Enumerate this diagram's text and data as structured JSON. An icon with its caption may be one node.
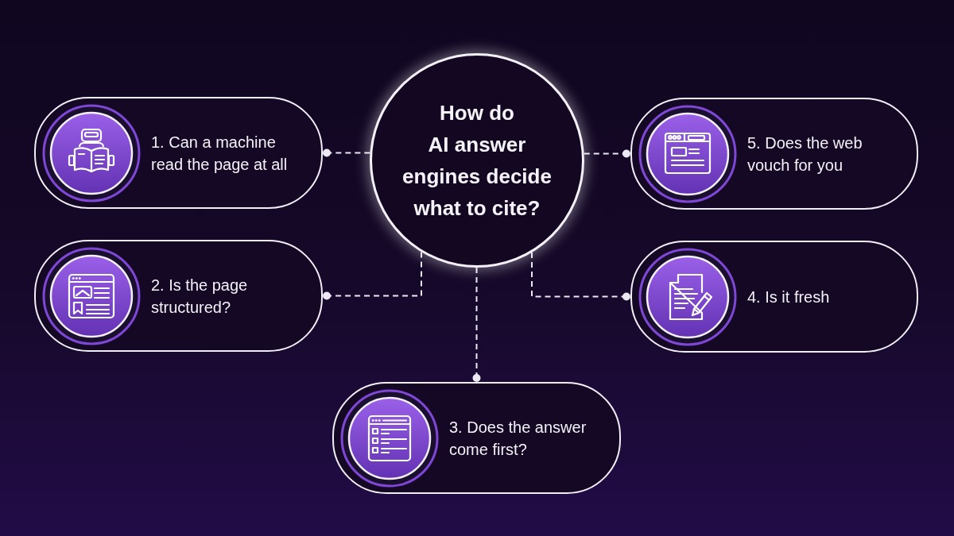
{
  "diagram": {
    "nodes": [
      {
        "text": [
          "How do AI answer engines decide what to cite?"
        ]
      },
      {
        "text": [
          "1. Can a machine read the page at all"
        ]
      },
      {
        "text": [
          "2. Is the page structured?"
        ]
      },
      {
        "text": [
          "3. Does the answer come first?"
        ]
      },
      {
        "text": [
          "4. Is it fresh"
        ]
      },
      {
        "text": [
          "5. Does the web vouch for you"
        ]
      }
    ],
    "edges": [
      {
        "from": 0,
        "to": 1,
        "arrow": "other",
        "style": "dashed"
      },
      {
        "from": 0,
        "to": 2,
        "arrow": "other",
        "style": "dashed"
      },
      {
        "from": 0,
        "to": 3,
        "arrow": "other",
        "style": "dashed"
      },
      {
        "from": 0,
        "to": 4,
        "arrow": "other",
        "style": "dashed"
      },
      {
        "from": 0,
        "to": 5,
        "arrow": "other",
        "style": "dashed"
      }
    ]
  }
}
